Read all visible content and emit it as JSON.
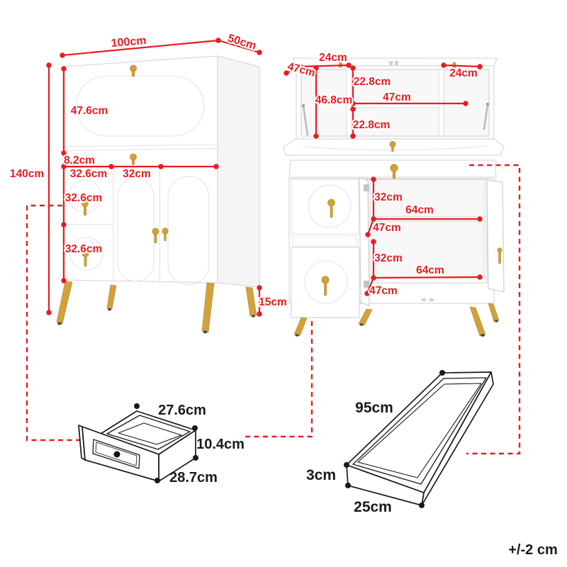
{
  "colors": {
    "dimension_red": "#e81c22",
    "gold": "#d2a13c",
    "line_black": "#1a1a1a"
  },
  "front_view": {
    "width": "100cm",
    "depth": "50cm",
    "height": "140cm",
    "flap_door_height": "47.6cm",
    "top_drawer_height": "8.2cm",
    "left_column_width": "32.6cm",
    "door_width": "32cm",
    "drawer_1_height": "32.6cm",
    "drawer_2_height": "32.6cm",
    "leg_height": "15cm"
  },
  "open_view": {
    "left_shelf_width": "24cm",
    "left_depth": "47cm",
    "upper_mid_height": "22.8cm",
    "side_height": "46.8cm",
    "mid_width": "47cm",
    "lower_mid_height": "22.8cm",
    "right_shelf_width": "24cm",
    "upper_comp_height": "32cm",
    "upper_comp_width": "64cm",
    "upper_comp_depth": "47cm",
    "lower_comp_height": "32cm",
    "lower_comp_width": "64cm",
    "lower_comp_depth": "47cm"
  },
  "drawer_detail": {
    "top_width": "27.6cm",
    "front_height": "10.4cm",
    "front_width": "28.7cm"
  },
  "tray_detail": {
    "length": "95cm",
    "height": "3cm",
    "depth": "25cm"
  },
  "note": {
    "tolerance": "+/-2 cm"
  }
}
